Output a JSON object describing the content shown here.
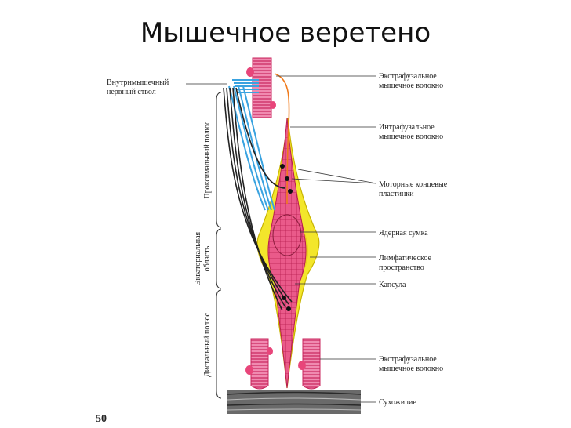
{
  "title": "Мышечное веретено",
  "page_number": "50",
  "labels": {
    "nerve_trunk_1": "Внутримышечный",
    "nerve_trunk_2": "нервный ствол",
    "extrafusal_top_1": "Экстрафузальное",
    "extrafusal_top_2": "мышечное волокно",
    "intrafusal_1": "Интрафузальное",
    "intrafusal_2": "мышечное волокно",
    "motor_plates_1": "Моторные концевые",
    "motor_plates_2": "пластинки",
    "nuclear_bag": "Ядерная сумка",
    "lymph_1": "Лимфатическое",
    "lymph_2": "пространство",
    "capsule": "Капсула",
    "extrafusal_bottom_1": "Экстрафузальное",
    "extrafusal_bottom_2": "мышечное волокно",
    "tendon": "Сухожилие"
  },
  "regions": {
    "proximal_pole": "Проксимальный полюс",
    "equatorial_1": "Экваториальная",
    "equatorial_2": "область",
    "distal_pole": "Дистальный полюс"
  },
  "colors": {
    "muscle_fiber": "#e8457a",
    "capsule_fill": "#f2e62a",
    "nerve_blue": "#3aa3e0",
    "nerve_black": "#222222",
    "tendon": "#555555"
  }
}
